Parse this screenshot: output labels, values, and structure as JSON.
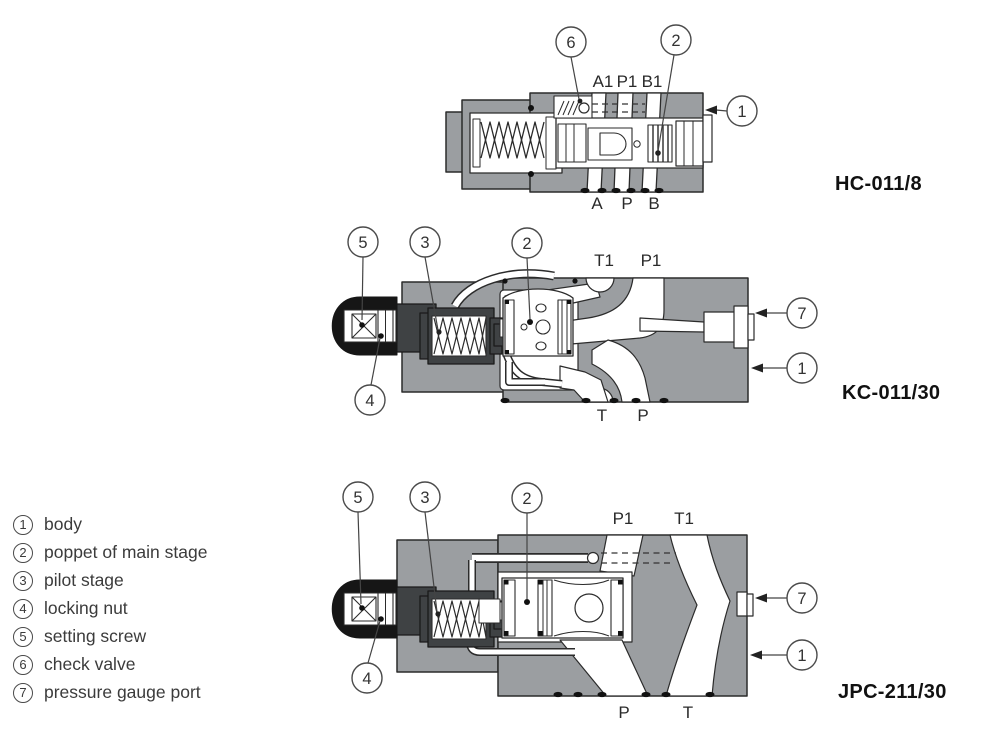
{
  "figure": {
    "type": "hydraulic-valve-cross-sections",
    "legend": {
      "items": [
        {
          "num": "1",
          "label": "body"
        },
        {
          "num": "2",
          "label": "poppet of main stage"
        },
        {
          "num": "3",
          "label": "pilot stage"
        },
        {
          "num": "4",
          "label": "locking nut"
        },
        {
          "num": "5",
          "label": "setting screw"
        },
        {
          "num": "6",
          "label": "check valve"
        },
        {
          "num": "7",
          "label": "pressure gauge port"
        }
      ]
    },
    "diagrams": {
      "hc": {
        "model": "HC-011/8",
        "ports_top": [
          "A1",
          "P1",
          "B1"
        ],
        "ports_bottom": [
          "A",
          "P",
          "B"
        ],
        "callouts": {
          "c6": "6",
          "c2": "2",
          "c1": "1"
        }
      },
      "kc": {
        "model": "KC-011/30",
        "ports_top": [
          "T1",
          "P1"
        ],
        "ports_bottom": [
          "T",
          "P"
        ],
        "callouts": {
          "c5": "5",
          "c3": "3",
          "c2": "2",
          "c4": "4",
          "c7": "7",
          "c1": "1"
        }
      },
      "jpc": {
        "model": "JPC-211/30",
        "ports_top": [
          "P1",
          "T1"
        ],
        "ports_bottom": [
          "P",
          "T"
        ],
        "callouts": {
          "c5": "5",
          "c3": "3",
          "c2": "2",
          "c4": "4",
          "c7": "7",
          "c1": "1"
        }
      }
    },
    "colors": {
      "body_gray": "#9b9ea1",
      "pilot_dark_gray": "#3f4244",
      "cap_black": "#161616",
      "line": "#2b2b2b",
      "channel_white": "#ffffff"
    }
  }
}
